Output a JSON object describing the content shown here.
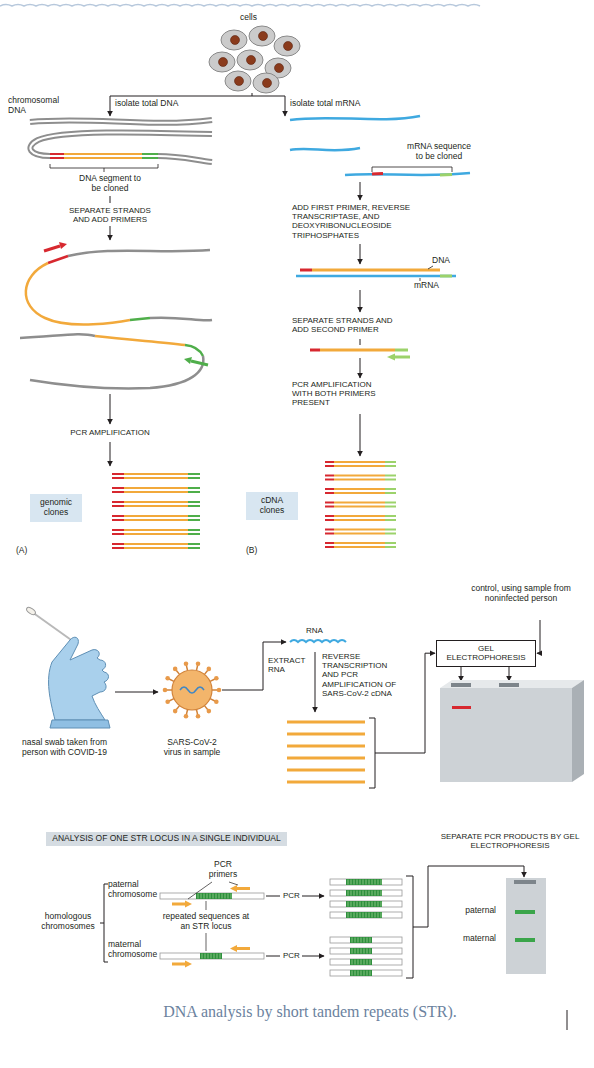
{
  "diagram": {
    "caption": "DNA analysis by short tandem repeats (STR).",
    "nodes": [
      {
        "text": [
          "genomic clones"
        ]
      },
      {
        "text": [
          "cDNA clones"
        ]
      },
      {
        "text": [
          "GEL ELECTROPHORESIS"
        ]
      },
      {
        "text": [
          "ANALYSIS OF ONE STR LOCUS IN A SINGLE INDIVIDUAL"
        ]
      }
    ],
    "labels": [
      "cells",
      "chromosomal DNA",
      "isolate total DNA",
      "isolate total mRNA",
      "DNA segment to be cloned",
      "SEPARATE STRANDS AND ADD PRIMERS",
      "mRNA sequence to be cloned",
      "ADD FIRST PRIMER, REVERSE TRANSCRIPTASE, AND DEOXYRIBONUCLEOSIDE TRIPHOSPHATES",
      "DNA",
      "mRNA",
      "SEPARATE STRANDS AND ADD SECOND PRIMER",
      "PCR AMPLIFICATION",
      "PCR AMPLIFICATION WITH BOTH PRIMERS PRESENT",
      "(A)",
      "(B)",
      "control, using sample from noninfected person",
      "EXTRACT RNA",
      "RNA",
      "REVERSE TRANSCRIPTION AND PCR AMPLIFICATION OF SARS-CoV-2 cDNA",
      "nasal swab taken from person with COVID-19",
      "SARS-CoV-2 virus in sample",
      "SEPARATE PCR PRODUCTS BY GEL ELECTROPHORESIS",
      "PCR primers",
      "paternal chromosome",
      "homologous chromosomes",
      "repeated sequences at an STR locus",
      "maternal chromosome",
      "PCR",
      "PCR",
      "paternal",
      "maternal"
    ]
  }
}
